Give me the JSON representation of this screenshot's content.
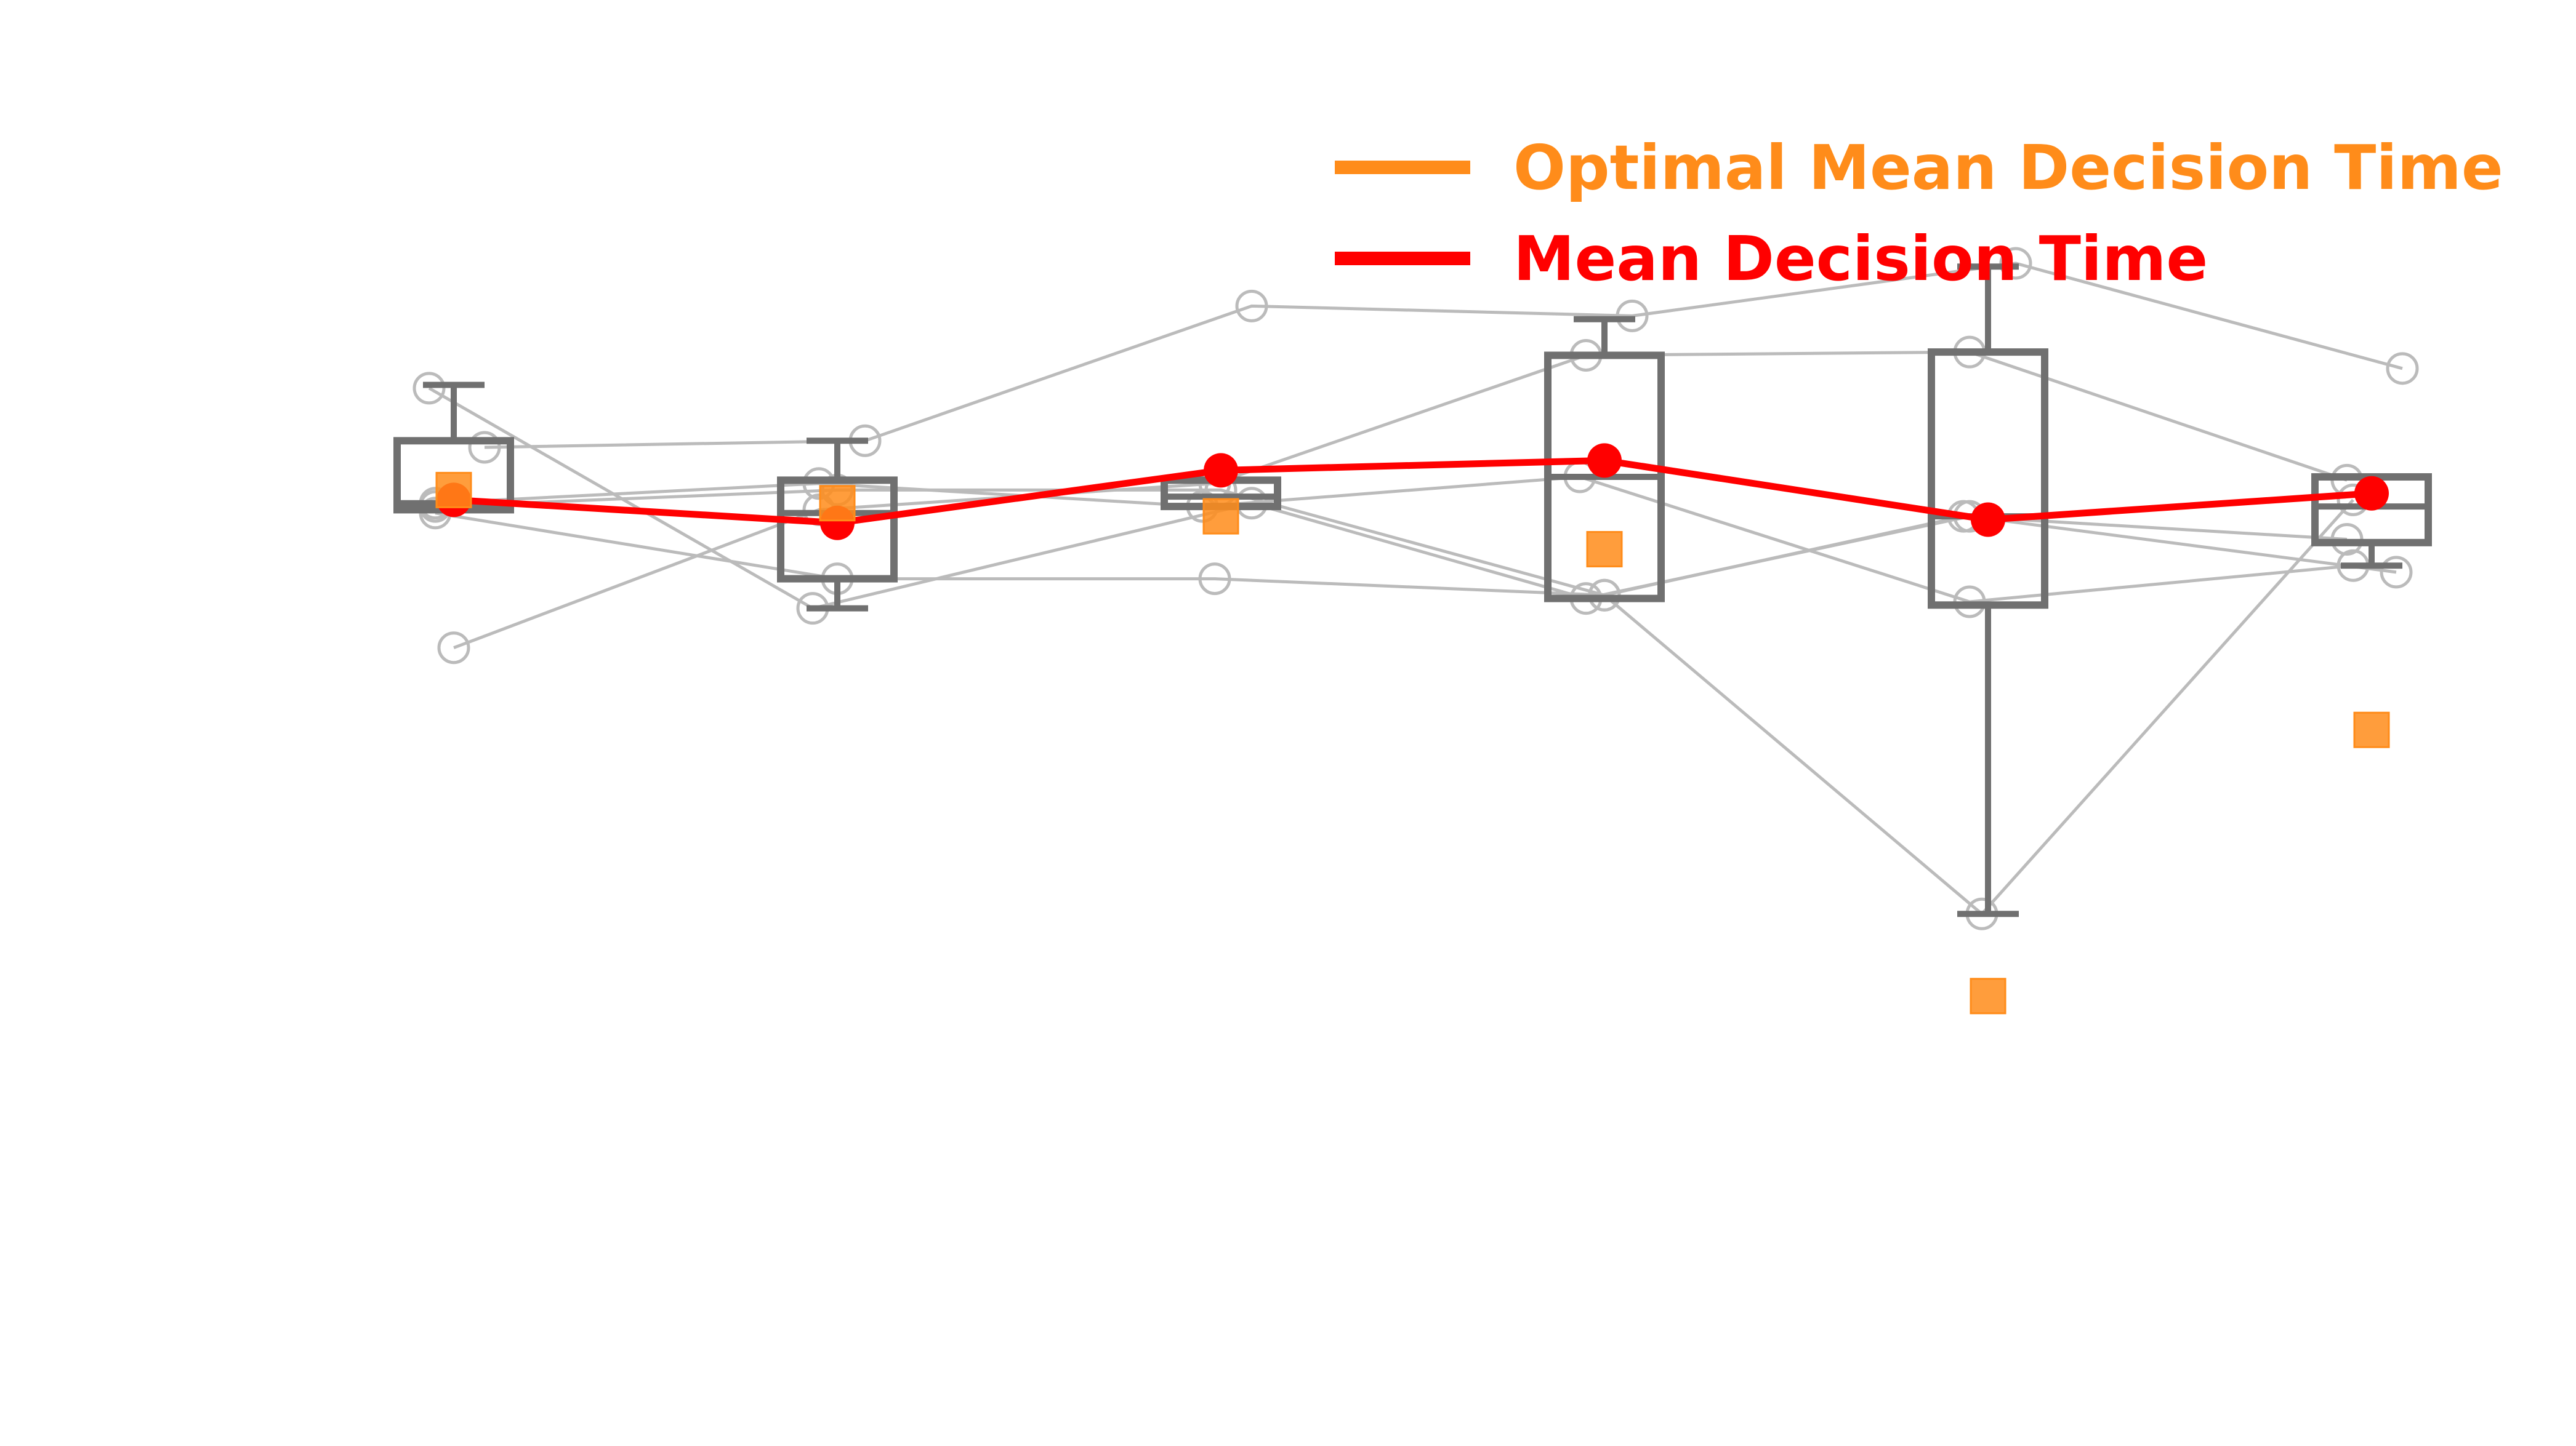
{
  "chart_data": {
    "type": "box",
    "title": "",
    "xlabel": "",
    "ylabel": "",
    "axes_visible": false,
    "grid": false,
    "legend_position": "top-right",
    "ylim": [
      0.5,
      4.5
    ],
    "colors": {
      "optimal": "#FF8C1A",
      "mean": "#FF0000",
      "box": "#707070",
      "participant": "#BBBBBB"
    },
    "legend": [
      {
        "label": "Optimal Mean Decision Time",
        "color": "#FF8C1A"
      },
      {
        "label": "Mean Decision Time",
        "color": "#FF0000"
      }
    ],
    "x": [
      1,
      2,
      3,
      4,
      5,
      6
    ],
    "boxes": [
      {
        "q1": 3.34,
        "median": 3.36,
        "q3": 3.55,
        "whisker_low": 3.34,
        "whisker_high": 3.72
      },
      {
        "q1": 3.13,
        "median": 3.33,
        "q3": 3.43,
        "whisker_low": 3.04,
        "whisker_high": 3.55
      },
      {
        "q1": 3.35,
        "median": 3.38,
        "q3": 3.43,
        "whisker_low": 3.35,
        "whisker_high": 3.43
      },
      {
        "q1": 3.07,
        "median": 3.44,
        "q3": 3.81,
        "whisker_low": 3.07,
        "whisker_high": 3.92
      },
      {
        "q1": 3.05,
        "median": 3.32,
        "q3": 3.82,
        "whisker_low": 2.11,
        "whisker_high": 4.08
      },
      {
        "q1": 3.24,
        "median": 3.35,
        "q3": 3.44,
        "whisker_low": 3.17,
        "whisker_high": 3.44
      }
    ],
    "series": [
      {
        "type": "line",
        "role": "mean",
        "name": "Mean Decision Time",
        "values": [
          3.37,
          3.3,
          3.46,
          3.49,
          3.31,
          3.39
        ]
      },
      {
        "type": "scatter",
        "role": "optimal",
        "name": "Optimal Mean Decision Time",
        "values": [
          3.4,
          3.36,
          3.32,
          3.22,
          1.86,
          2.67
        ]
      }
    ],
    "participants": [
      {
        "values": [
          3.71,
          3.04,
          3.36,
          3.07,
          3.32,
          3.15
        ]
      },
      {
        "values": [
          3.53,
          3.55,
          3.96,
          3.93,
          4.09,
          3.77
        ]
      },
      {
        "values": [
          3.36,
          3.42,
          3.35,
          3.44,
          3.06,
          3.17
        ]
      },
      {
        "values": [
          3.33,
          3.13,
          3.13,
          3.08,
          3.32,
          3.25
        ]
      },
      {
        "values": [
          2.92,
          3.34,
          3.42,
          3.81,
          3.82,
          3.43
        ]
      },
      {
        "values": [
          3.35,
          3.4,
          3.4,
          3.08,
          2.11,
          3.37
        ]
      }
    ]
  }
}
